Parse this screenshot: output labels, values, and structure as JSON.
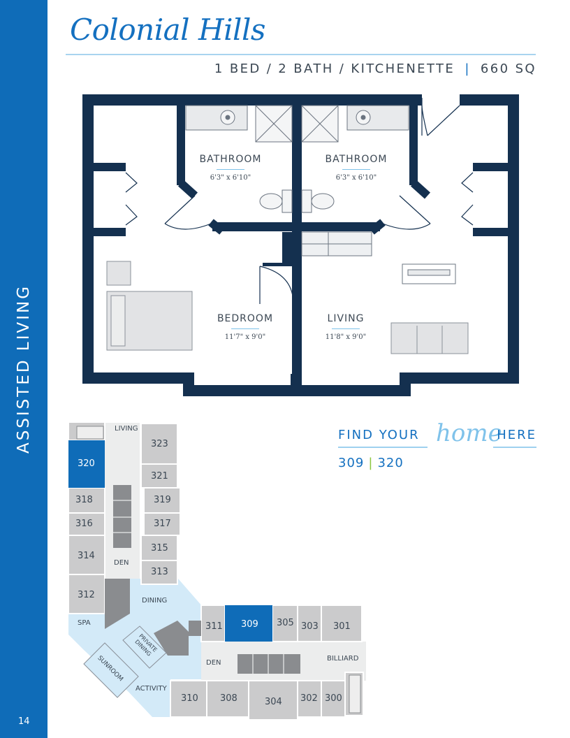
{
  "sidebar": {
    "section": "ASSISTED LIVING",
    "page_number": "14"
  },
  "header": {
    "title": "Colonial Hills",
    "specs": "1 BED / 2 BATH / KITCHENETTE",
    "specs_divider": "|",
    "size": "660 SQ"
  },
  "floorplan": {
    "bathroom_left": {
      "name": "BATHROOM",
      "dims": "6'3\" x 6'10\""
    },
    "bathroom_right": {
      "name": "BATHROOM",
      "dims": "6'3\" x 6'10\""
    },
    "bedroom": {
      "name": "BEDROOM",
      "dims": "11'7\" x 9'0\""
    },
    "living": {
      "name": "LIVING",
      "dims": "11'8\" x 9'0\""
    }
  },
  "find": {
    "part1": "FIND YOUR",
    "part2": "home",
    "part3": "HERE",
    "unit_a": "309",
    "divider": "|",
    "unit_b": "320"
  },
  "siteplan": {
    "labels": {
      "living": "LIVING",
      "den_north": "DEN",
      "dining": "DINING",
      "spa": "SPA",
      "private_dining": "PRIVATE DINING",
      "sunroom": "SUNROOM",
      "activity": "ACTIVITY",
      "den_east": "DEN",
      "billiard": "BILLIARD"
    },
    "units": {
      "u323": "323",
      "u320": "320",
      "u321": "321",
      "u318": "318",
      "u319": "319",
      "u316": "316",
      "u317": "317",
      "u315": "315",
      "u314": "314",
      "u313": "313",
      "u312": "312",
      "u311": "311",
      "u309": "309",
      "u305": "305",
      "u303": "303",
      "u301": "301",
      "u310": "310",
      "u308": "308",
      "u304": "304",
      "u302": "302",
      "u300": "300"
    },
    "highlight_units": [
      "320",
      "309"
    ]
  },
  "colors": {
    "brand_blue": "#0f6cb8",
    "wall_navy": "#14304f",
    "light_blue": "#d3eaf8",
    "unit_gray": "#cbcbcc",
    "accent_green": "#8cc63f"
  }
}
